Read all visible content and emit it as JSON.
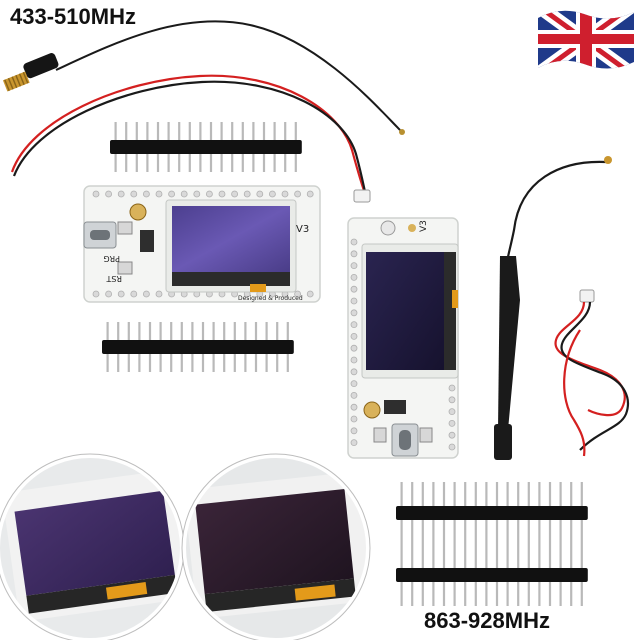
{
  "labels": {
    "band_low": "433-510MHz",
    "band_high": "863-928MHz"
  },
  "board_marks": {
    "version": "V3",
    "button_prg": "PRG",
    "button_rst": "RST",
    "silkscreen": "Designed & Produced"
  },
  "flag": {
    "country": "UK",
    "icon": "union-jack-flag-icon"
  },
  "colors": {
    "pcb": "#f4f5f3",
    "oled_on": "#5a4a9e",
    "oled_off": "#1e1a3a",
    "pin_header": "#111111",
    "pin_metal": "#b9b9b9",
    "wire_red": "#d42020",
    "wire_black": "#1a1a1a",
    "antenna_coil": "#c9962e"
  }
}
